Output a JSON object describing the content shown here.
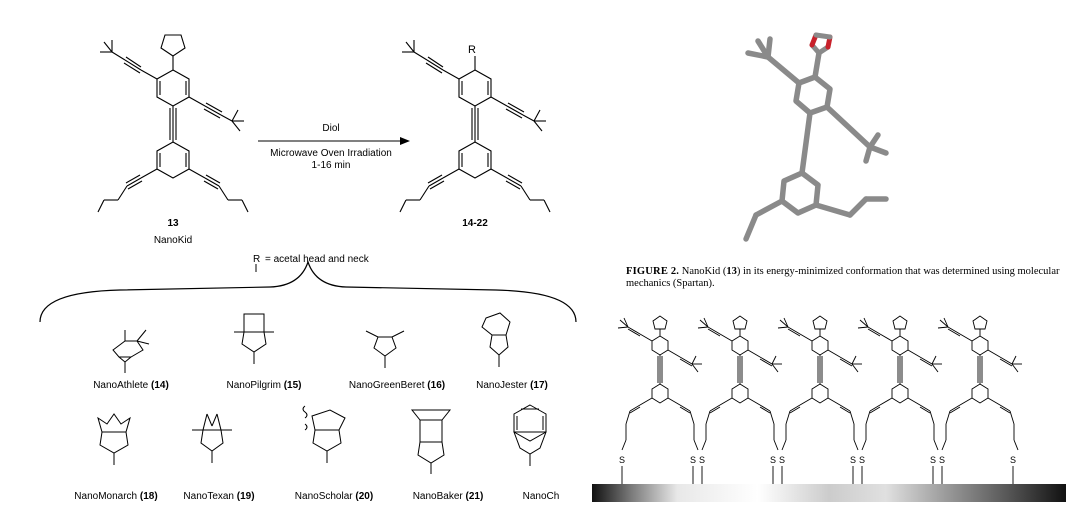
{
  "scheme": {
    "reagent_top": "Diol",
    "reagent_bottom_1": "Microwave Oven Irradiation",
    "reagent_bottom_2": "1-16 min",
    "start_number": "13",
    "start_name": "NanoKid",
    "product_number": "14-22",
    "product_substituent": "R",
    "r_legend_symbol": "R",
    "r_legend_text": "= acetal head and neck"
  },
  "heads": [
    {
      "name": "NanoAthlete",
      "number": "(14)"
    },
    {
      "name": "NanoPilgrim",
      "number": "(15)"
    },
    {
      "name": "NanoGreenBeret",
      "number": "(16)"
    },
    {
      "name": "NanoJester",
      "number": "(17)"
    },
    {
      "name": "NanoMonarch",
      "number": "(18)"
    },
    {
      "name": "NanoTexan",
      "number": "(19)"
    },
    {
      "name": "NanoScholar",
      "number": "(20)"
    },
    {
      "name": "NanoBaker",
      "number": "(21)"
    },
    {
      "name": "NanoCh",
      "number": ""
    }
  ],
  "figure2": {
    "label": "FIGURE 2.",
    "text_before": " NanoKid (",
    "compound": "13",
    "text_after": ") in its energy-minimized conformation that was determined using molecular mechanics (Spartan)."
  },
  "surface": {
    "atom_label": "S"
  },
  "colors": {
    "ink": "#000000",
    "model_gray": "#8a8a8a",
    "oxygen_red": "#c8202a"
  }
}
